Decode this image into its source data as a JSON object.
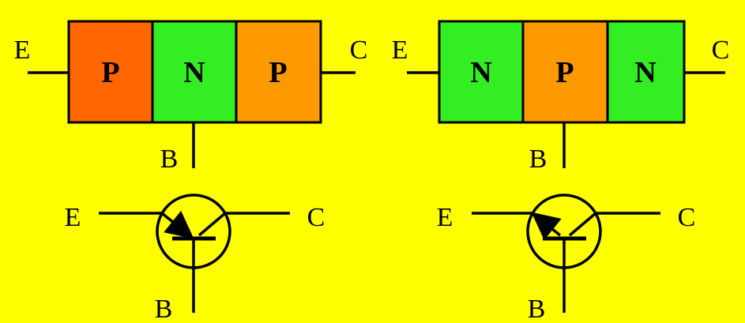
{
  "colors": {
    "background": "#ffff00",
    "p_left": "#ff6600",
    "p_other": "#ff9900",
    "n_region": "#33ee22",
    "line": "#000000"
  },
  "pnp": {
    "label_emitter": "E",
    "label_collector": "C",
    "label_base": "B",
    "regions": [
      "P",
      "N",
      "P"
    ]
  },
  "npn": {
    "label_emitter": "E",
    "label_collector": "C",
    "label_base": "B",
    "regions": [
      "N",
      "P",
      "N"
    ]
  },
  "pnp_symbol": {
    "label_emitter": "E",
    "label_collector": "C",
    "label_base": "B",
    "arrow": "inward"
  },
  "npn_symbol": {
    "label_emitter": "E",
    "label_collector": "C",
    "label_base": "B",
    "arrow": "outward"
  }
}
